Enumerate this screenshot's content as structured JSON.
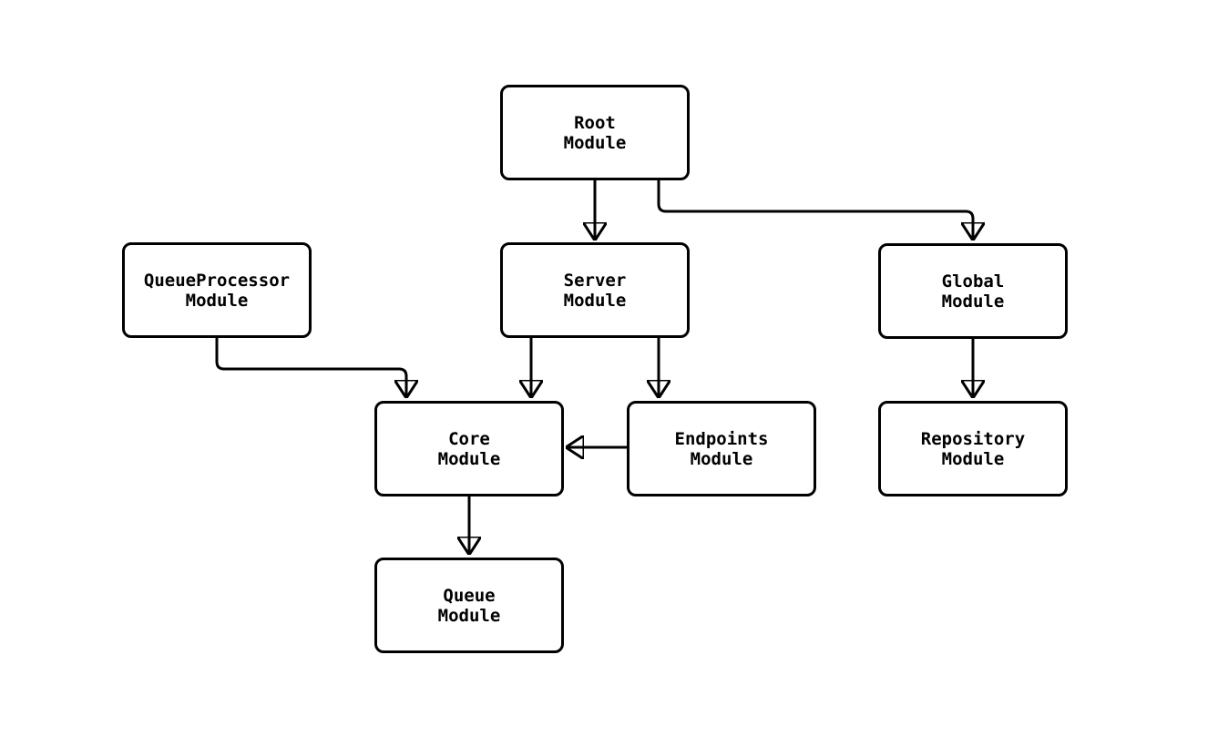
{
  "diagram": {
    "type": "module-dependency-graph",
    "colors": {
      "background": "#ffffff",
      "node_fill": "#ffffff",
      "node_border": "#000000",
      "edge": "#000000",
      "text": "#000000"
    },
    "nodes": [
      {
        "id": "root-module",
        "label": "Root\nModule"
      },
      {
        "id": "queue-processor-module",
        "label": "QueueProcessor\nModule"
      },
      {
        "id": "server-module",
        "label": "Server\nModule"
      },
      {
        "id": "global-module",
        "label": "Global\nModule"
      },
      {
        "id": "core-module",
        "label": "Core\nModule"
      },
      {
        "id": "endpoints-module",
        "label": "Endpoints\nModule"
      },
      {
        "id": "repository-module",
        "label": "Repository\nModule"
      },
      {
        "id": "queue-module",
        "label": "Queue\nModule"
      }
    ],
    "edges": [
      {
        "from": "root-module",
        "to": "server-module"
      },
      {
        "from": "root-module",
        "to": "global-module"
      },
      {
        "from": "queue-processor-module",
        "to": "core-module"
      },
      {
        "from": "server-module",
        "to": "core-module"
      },
      {
        "from": "server-module",
        "to": "endpoints-module"
      },
      {
        "from": "endpoints-module",
        "to": "core-module"
      },
      {
        "from": "global-module",
        "to": "repository-module"
      },
      {
        "from": "core-module",
        "to": "queue-module"
      }
    ]
  }
}
